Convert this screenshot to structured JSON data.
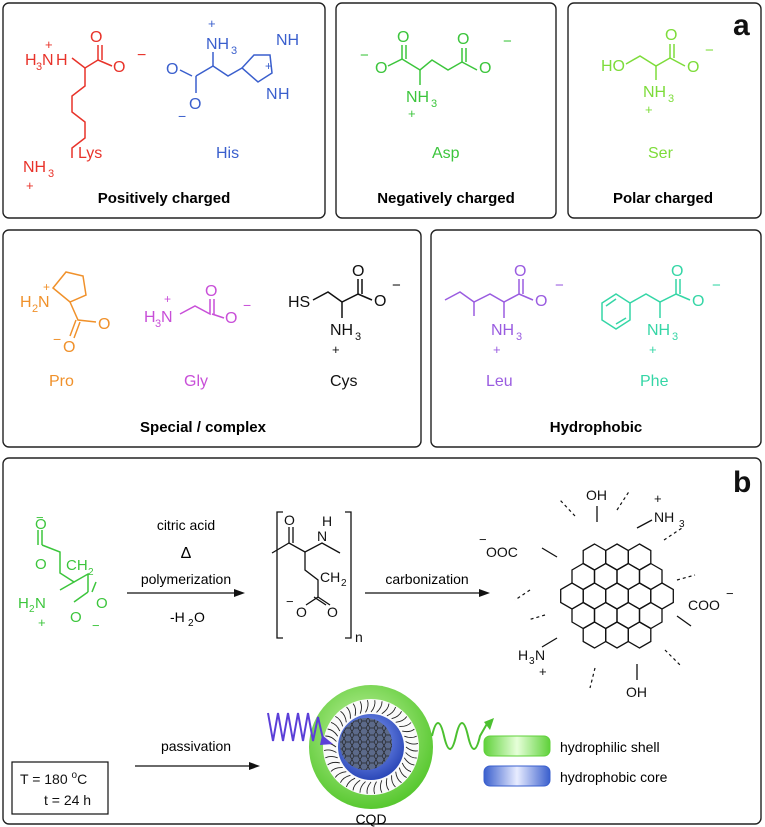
{
  "colors": {
    "red": "#e8332a",
    "blue": "#3a5fcd",
    "green": "#3cc53c",
    "lightgreen": "#7ddc3a",
    "orange": "#f0912b",
    "magenta": "#c84fd8",
    "purple": "#9a5ce0",
    "teal": "#35d6a6",
    "black": "#111111"
  },
  "panel_a": {
    "letter": "a",
    "groups": {
      "positive": "Positively charged",
      "negative": "Negatively charged",
      "polar": "Polar charged",
      "special": "Special / complex",
      "hydrophobic": "Hydrophobic"
    },
    "amino_acids": {
      "lys": "Lys",
      "his": "His",
      "asp": "Asp",
      "ser": "Ser",
      "pro": "Pro",
      "gly": "Gly",
      "cys": "Cys",
      "leu": "Leu",
      "phe": "Phe"
    },
    "atoms": {
      "O": "O",
      "NH3": "NH",
      "sub3": "3",
      "H3N": "H",
      "NH": "NH",
      "N": "N",
      "H": "H",
      "HO": "HO",
      "HS": "HS",
      "H2N": "H",
      "sub2": "2",
      "plus": "+",
      "minus": "−"
    }
  },
  "panel_b": {
    "letter": "b",
    "step1": {
      "reagent": "citric acid",
      "delta": "Δ",
      "process": "polymerization",
      "byproduct": "-H",
      "byproduct_sub": "2",
      "byproduct_tail": "O"
    },
    "polymer": {
      "O": "O",
      "NH_N": "N",
      "NH_H": "H",
      "CH2": "CH",
      "n": "n"
    },
    "step2": "carbonization",
    "step3": "passivation",
    "cqd_atoms": {
      "OH": "OH",
      "NH3": "NH",
      "OOC": "OOC",
      "COO": "COO",
      "H3N": "H"
    },
    "conditions": {
      "T": "T = 180 ",
      "T_unit_sup": "o",
      "T_unit": "C",
      "t": "t = 24 h"
    },
    "legend": {
      "shell": "hydrophilic shell",
      "core": "hydrophobic core"
    },
    "cqd_label": "CQD"
  }
}
